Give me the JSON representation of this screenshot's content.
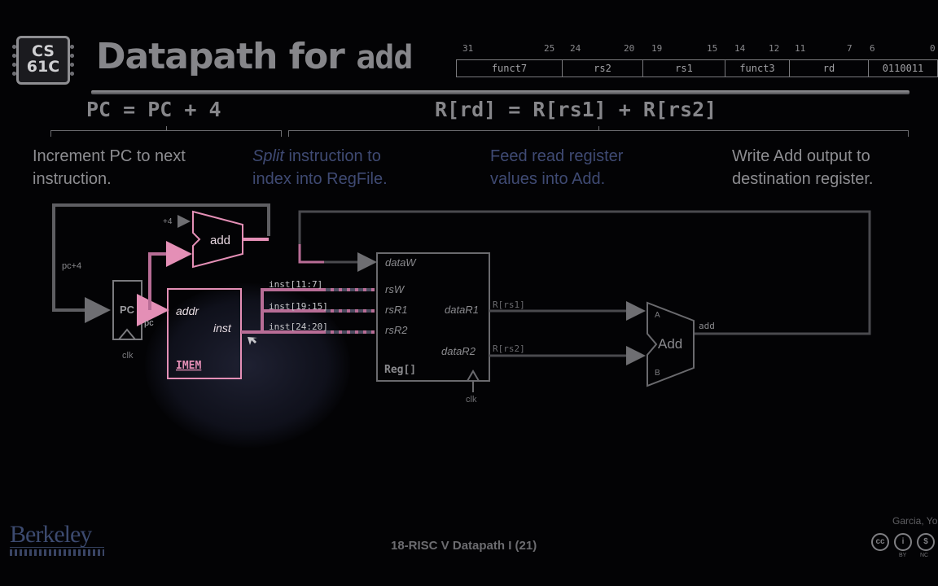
{
  "logo": {
    "text": "CS\n61C"
  },
  "title": {
    "prefix": "Datapath for ",
    "mono": "add"
  },
  "instruction_format": {
    "bit_labels": [
      "31",
      "25",
      "24",
      "20",
      "19",
      "15",
      "14",
      "12",
      "11",
      "7",
      "6",
      "0"
    ],
    "fields": [
      "funct7",
      "rs2",
      "rs1",
      "funct3",
      "rd",
      "0110011"
    ]
  },
  "equations": {
    "pc": "PC = PC + 4",
    "reg": "R[rd] = R[rs1] + R[rs2]"
  },
  "descriptions": {
    "d1": "Increment PC to next instruction.",
    "d2_italic": "Split",
    "d2_rest": " instruction to index into RegFile.",
    "d3": "Feed read register values into Add.",
    "d4": "Write Add output to destination register."
  },
  "diagram": {
    "plus4": "+4",
    "add_small": "add",
    "pc4": "pc+4",
    "pc_box": "PC",
    "pc_wire": "pc",
    "clk": "clk",
    "imem_addr": "addr",
    "imem_inst": "inst",
    "imem_name": "IMEM",
    "inst_fields": [
      "inst[11:7]",
      "inst[19:15]",
      "inst[24:20]"
    ],
    "reg_ports": {
      "dataW": "dataW",
      "rsW": "rsW",
      "rsR1": "rsR1",
      "rsR2": "rsR2",
      "dataR1": "dataR1",
      "dataR2": "dataR2",
      "name": "Reg[]"
    },
    "rs1_bus": "R[rs1]",
    "rs2_bus": "R[rs2]",
    "alu": {
      "a": "A",
      "b": "B",
      "label": "Add",
      "out": "add"
    },
    "clk2": "clk"
  },
  "footer": {
    "logo": "Berkeley",
    "center": "18-RISC V Datapath I (21)",
    "right": "Garcia, Yo",
    "cc_by": "BY",
    "cc_nc": "NC"
  },
  "colors": {
    "pink": "#e48fb6",
    "pink_wire": "#b86d96",
    "gray": "#8a8a8e",
    "dim": "#5e5e62",
    "blue_text": "#3f4a73"
  }
}
